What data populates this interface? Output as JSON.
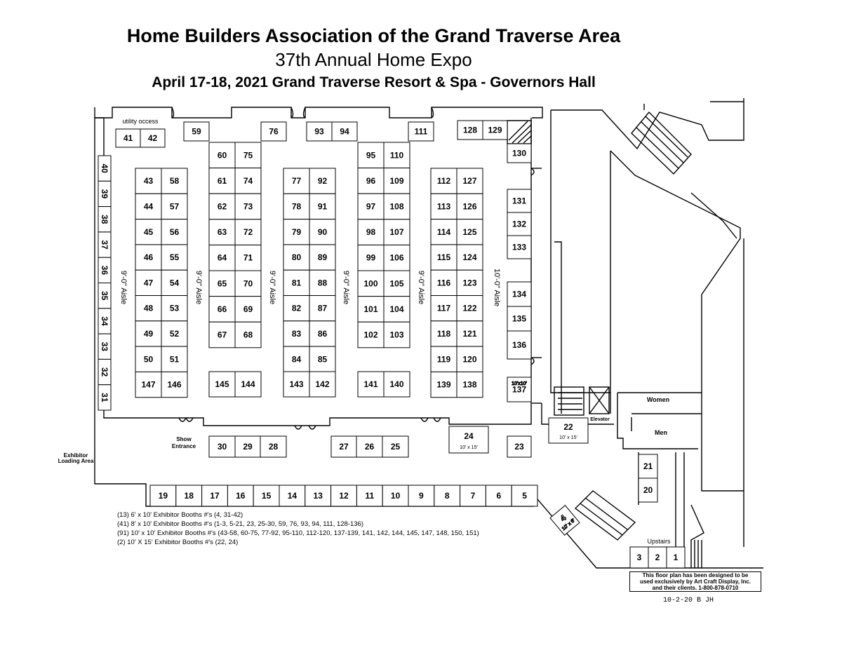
{
  "header": {
    "title_line1": "Home Builders Association of the Grand Traverse Area",
    "title_line2": "37th Annual Home Expo",
    "title_line3": "April 17-18, 2021   Grand Traverse Resort & Spa - Governors Hall"
  },
  "labels": {
    "utility": "utility occess",
    "show_entrance_1": "Show",
    "show_entrance_2": "Entrance",
    "exhibitor_1": "Exhibitor",
    "exhibitor_2": "Loading Area",
    "women": "Women",
    "men": "Men",
    "elevator": "Elevator",
    "upstairs": "Upstairs",
    "size_10x10": "10'x10'",
    "size_10x15": "10' x 15'",
    "size_10x6": "10' x 6'"
  },
  "aisles": {
    "a1": "9'-0\" Aisle",
    "a2": "9'-0\" Aisle",
    "a3": "9'-0\" Aisle",
    "a4": "9'-0\" Aisle",
    "a5": "9'-0\" Aisle",
    "a6": "10'-0\" Aisle"
  },
  "legend": [
    "(13) 6' x 10' Exhibitor Booths #'s (4, 31-42)",
    "(41) 8' x 10' Exhibitor Booths #'s (1-3, 5-21, 23, 25-30, 59, 76, 93, 94, 111, 128-136)",
    "(91) 10' x 10' Exhibitor Booths #'s (43-58, 60-75, 77-92, 95-110, 112-120, 137-139, 141, 142, 144, 145, 147, 148, 150, 151)",
    "(2) 10' X 15' Exhibitor Booths #'s (22, 24)"
  ],
  "credit": {
    "line1": "This floor plan has been designed to be",
    "line2": "used exclusively by Art Craft Display, Inc.",
    "line3": "and their clients.     1-800-878-0710"
  },
  "revision": "10-2-20 B JH",
  "booths": {
    "row_43_58": [
      [
        "43",
        "58"
      ],
      [
        "44",
        "57"
      ],
      [
        "45",
        "56"
      ],
      [
        "46",
        "55"
      ],
      [
        "47",
        "54"
      ],
      [
        "48",
        "53"
      ],
      [
        "49",
        "52"
      ],
      [
        "50",
        "51"
      ],
      [
        "147",
        "146"
      ]
    ],
    "row_60_75": [
      [
        "60",
        "75"
      ],
      [
        "61",
        "74"
      ],
      [
        "62",
        "73"
      ],
      [
        "63",
        "72"
      ],
      [
        "64",
        "71"
      ],
      [
        "65",
        "70"
      ],
      [
        "66",
        "69"
      ],
      [
        "67",
        "68"
      ]
    ],
    "row_77_92": [
      [
        "77",
        "92"
      ],
      [
        "78",
        "91"
      ],
      [
        "79",
        "90"
      ],
      [
        "80",
        "89"
      ],
      [
        "81",
        "88"
      ],
      [
        "82",
        "87"
      ],
      [
        "83",
        "86"
      ],
      [
        "84",
        "85"
      ]
    ],
    "row_95_110": [
      [
        "95",
        "110"
      ],
      [
        "96",
        "109"
      ],
      [
        "97",
        "108"
      ],
      [
        "98",
        "107"
      ],
      [
        "99",
        "106"
      ],
      [
        "100",
        "105"
      ],
      [
        "101",
        "104"
      ],
      [
        "102",
        "103"
      ]
    ],
    "row_112_127": [
      [
        "112",
        "127"
      ],
      [
        "113",
        "126"
      ],
      [
        "114",
        "125"
      ],
      [
        "115",
        "124"
      ],
      [
        "116",
        "123"
      ],
      [
        "117",
        "122"
      ],
      [
        "118",
        "121"
      ],
      [
        "119",
        "120"
      ],
      [
        "139",
        "138"
      ]
    ],
    "pairs_bottom": [
      [
        "145",
        "144"
      ],
      [
        "143",
        "142"
      ],
      [
        "141",
        "140"
      ]
    ],
    "left_wall": [
      "40",
      "39",
      "38",
      "37",
      "36",
      "35",
      "34",
      "33",
      "32",
      "31"
    ],
    "top_wall": [
      "59",
      "76",
      "93",
      "94",
      "111",
      "128",
      "129"
    ],
    "top_left": [
      "41",
      "42"
    ],
    "right_wall": [
      "130",
      "131",
      "132",
      "133",
      "134",
      "135",
      "136",
      "137"
    ],
    "entrance_row": [
      "30",
      "29",
      "28",
      "27",
      "26",
      "25",
      "24",
      "23",
      "22"
    ],
    "bottom_row": [
      "19",
      "18",
      "17",
      "16",
      "15",
      "14",
      "13",
      "12",
      "11",
      "10",
      "9",
      "8",
      "7",
      "6",
      "5"
    ],
    "stairs_row": [
      "21",
      "20",
      "4",
      "3",
      "2",
      "1"
    ]
  }
}
